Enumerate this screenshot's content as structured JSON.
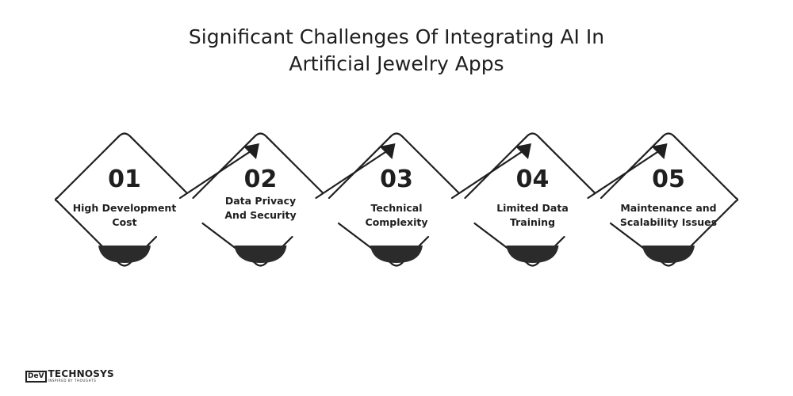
{
  "title": {
    "line1": "Significant Challenges Of Integrating AI In",
    "line2": "Artificial Jewelry Apps"
  },
  "steps": [
    {
      "number": "01",
      "lines": [
        "High Development",
        "Cost"
      ]
    },
    {
      "number": "02",
      "lines": [
        "Data Privacy",
        "And Security"
      ]
    },
    {
      "number": "03",
      "lines": [
        "Technical",
        "Complexity"
      ]
    },
    {
      "number": "04",
      "lines": [
        "Limited Data",
        "Training"
      ]
    },
    {
      "number": "05",
      "lines": [
        "Maintenance and",
        "Scalability Issues"
      ]
    }
  ],
  "logo": {
    "mark": "DeV",
    "name": "TECHNOSYS",
    "tagline": "INSPIRED BY THOUGHTS"
  },
  "colors": {
    "stroke": "#1f1f1f",
    "bowl": "#2b2b2b"
  }
}
